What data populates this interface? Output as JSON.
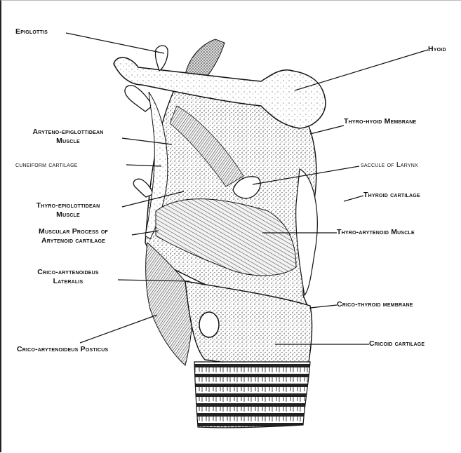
{
  "figure": {
    "labels": {
      "epiglottis": "Epiglottis",
      "hyoid": "Hyoid",
      "aryteno_epiglottidean_1": "Aryteno-epiglottidean",
      "aryteno_epiglottidean_2": "Muscle",
      "thyro_hyoid_membrane": "Thyro-hyoid Membrane",
      "cuneiform_cartilage": "cuneiform cartilage",
      "saccule_of_larynx": "saccule of Larynx",
      "thyro_epiglottidean_1": "Thyro-epiglottidean",
      "thyro_epiglottidean_2": "Muscle",
      "thyroid_cartilage": "Thyroid cartilage",
      "muscular_process_1": "Muscular Process of",
      "muscular_process_2": "Arytenoid cartilage",
      "thyro_arytenoid_muscle": "Thyro-arytenoid Muscle",
      "crico_arytenoideus_lateralis_1": "Crico-arytenoideus",
      "crico_arytenoideus_lateralis_2": "Lateralis",
      "crico_thyroid_membrane": "Crico-thyroid membrane",
      "cricoid_cartilage": "Cricoid cartilage",
      "crico_arytenoideus_posticus": "Crico-arytenoideus Posticus"
    }
  }
}
